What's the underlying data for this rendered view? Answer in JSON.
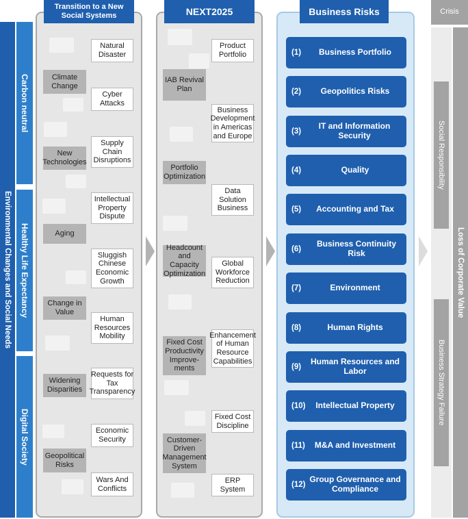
{
  "left_axis": {
    "main_label": "Environmental Changes and Social Needs",
    "sections": [
      "Carbon neutral",
      "Healthy Life Expectancy",
      "Digital Society"
    ]
  },
  "col1": {
    "title": "Transition to a New Social Systems",
    "groups": [
      "Climate Change",
      "New Technologies",
      "Aging",
      "Change in Value",
      "Widening Disparities",
      "Geopolitical Risks"
    ],
    "items": [
      "Natural Disaster",
      "Cyber Attacks",
      "Supply Chain Disruptions",
      "Intellectual Property Dispute",
      "Sluggish Chinese Economic Growth",
      "Human Resources Mobility",
      "Requests for Tax Transparency",
      "Economic Security",
      "Wars And Conflicts"
    ]
  },
  "col2": {
    "title": "NEXT2025",
    "groups": [
      "IAB Revival Plan",
      "Portfolio Optimization",
      "Headcount and Capacity Optimization",
      "Fixed Cost Productivity Improve-ments",
      "Customer-Driven Management System"
    ],
    "items": [
      "Product Portfolio",
      "Business Development in Americas and Europe",
      "Data Solution Business",
      "Global Workforce Reduction",
      "Enhancement of Human Resource Capabilities",
      "Fixed Cost Discipline",
      "ERP System"
    ]
  },
  "col3": {
    "title": "Business Risks",
    "risks": [
      {
        "num": "(1)",
        "label": "Business Portfolio"
      },
      {
        "num": "(2)",
        "label": "Geopolitics Risks"
      },
      {
        "num": "(3)",
        "label": "IT and Information Security"
      },
      {
        "num": "(4)",
        "label": "Quality"
      },
      {
        "num": "(5)",
        "label": "Accounting and Tax"
      },
      {
        "num": "(6)",
        "label": "Business Continuity Risk"
      },
      {
        "num": "(7)",
        "label": "Environment"
      },
      {
        "num": "(8)",
        "label": "Human Rights"
      },
      {
        "num": "(9)",
        "label": "Human Resources and Labor"
      },
      {
        "num": "(10)",
        "label": "Intellectual Property"
      },
      {
        "num": "(11)",
        "label": "M&A and Investment"
      },
      {
        "num": "(12)",
        "label": "Group Governance and Compliance"
      }
    ]
  },
  "crisis": {
    "title": "Crisis",
    "labels": [
      "Social Responsibility",
      "Business Strategy Failure"
    ],
    "outcome": "Loss of Corporate Value"
  },
  "colors": {
    "navy": "#1f5fae",
    "blue_mid": "#2e7fcb",
    "blue_light": "#3d9be3",
    "risk_bg": "#d7e9f7",
    "gray_box": "#b4b4b4",
    "crisis_gray": "#a3a3a3"
  }
}
